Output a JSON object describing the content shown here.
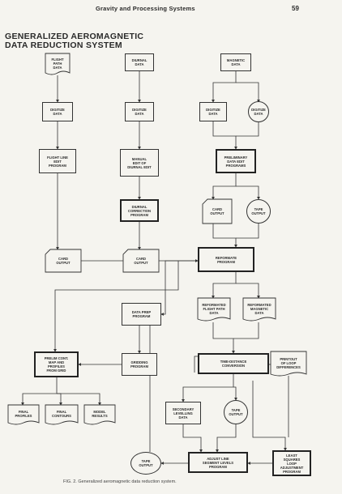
{
  "header": {
    "title": "Gravity and Processing Systems",
    "page": "59"
  },
  "title_line1": "GENERALIZED AEROMAGNETIC",
  "title_line2": "DATA REDUCTION SYSTEM",
  "caption": "FIG. 2. Generalized aeromagnetic data reduction system.",
  "nodes": {
    "flight_path": "FLIGHT\nPATH\nDATA",
    "digitize_a": "DIGITIZE\nDATA",
    "flight_line_edit": "FLIGHT LINE\nEDIT\nPROGRAM",
    "card_output_a": "CARD\nOUTPUT",
    "diurnal": "DIURNAL\nDATA",
    "digitize_b": "DIGITIZE\nDATA",
    "manual_edit": "MANUAL\nEDIT OF\nDIURNAL EDIT",
    "diurnal_corr": "DIURNAL\nCORRECTION\nPROGRAM",
    "card_output_b": "CARD\nOUTPUT",
    "magnetic": "MAGNETIC\nDATA",
    "digitize_c": "DIGITIZE\nDATA",
    "digitize_d": "DIGITIZE\nDATA",
    "prelim_edit": "PRELIMINARY\nDATA EDIT\nPROGRAMS",
    "card_output_c": "CARD\nOUTPUT",
    "tape_output_a": "TAPE\nOUTPUT",
    "reformate": "REFORMATE\nPROGRAM",
    "reformated_flight": "REFORMATED\nFLIGHT PATH\nDATA",
    "reformated_magnetic": "REFORMATED\nMAGNETIC\nDATA",
    "time_distance": "TIME-DISTANCE\nCONVERSION",
    "printout": "PRINTOUT\nOF LOOP\nDIFFERENCES",
    "data_prep": "DATA PREP\nPROGRAM",
    "gridding": "GRIDDING\nPROGRAM",
    "prelim_contour": "PRELIM CONT.\nMAP AND\nPROFILES\nFROM GRID",
    "final_profiles": "FINAL\nPROFILES",
    "final_contours": "FINAL\nCONTOURS",
    "model_results": "MODEL\nRESULTS",
    "secondary_levelling": "SECONDARY\nLEVELLING\nDATA",
    "tape_output_b": "TAPE\nOUTPUT",
    "tape_output_c": "TAPE\nOUTPUT",
    "adjust_line": "ADJUST LINE\nSEGMENT LEVELS\nPROGRAM",
    "least_squares": "LEAST\nSQUARES\nLOOP\nADJUSTMENT\nPROGRAM"
  }
}
